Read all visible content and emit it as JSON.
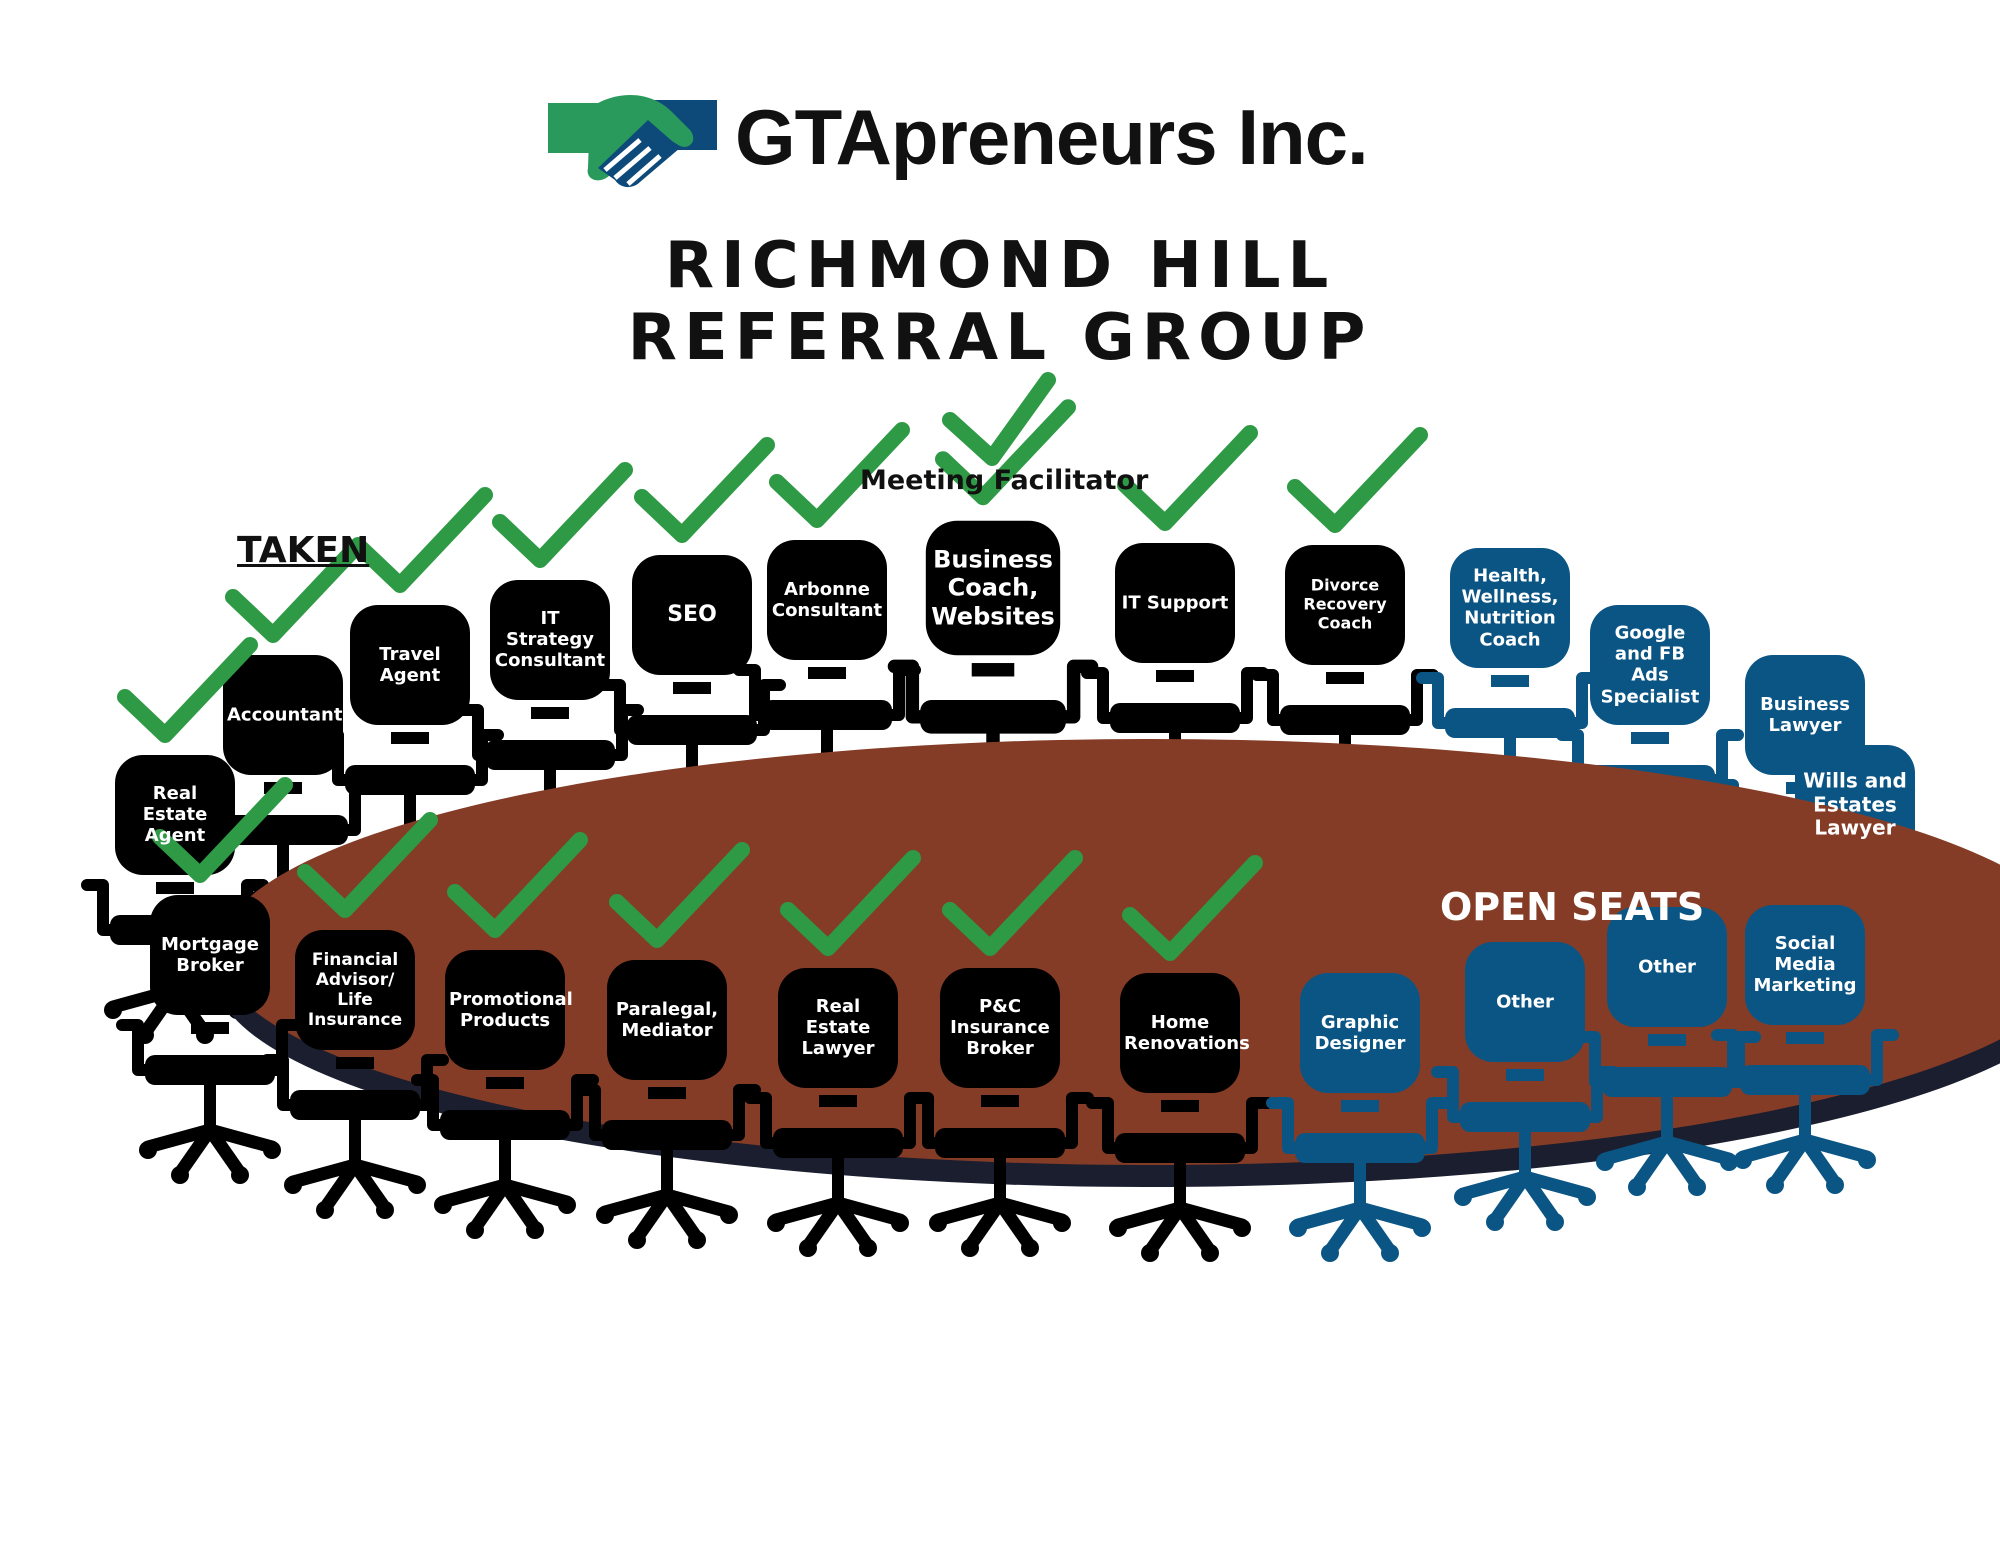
{
  "brand": {
    "name": "GTApreneurs Inc.",
    "logo_icon": "handshake-icon",
    "logo_colors": {
      "green": "#2a9a5c",
      "blue": "#0d4a7a"
    }
  },
  "title": {
    "line1": "RICHMOND HILL",
    "line2": "REFERRAL GROUP"
  },
  "labels": {
    "taken": "TAKEN",
    "facilitator": "Meeting Facilitator",
    "open": "OPEN SEATS"
  },
  "colors": {
    "taken_chair": "#000000",
    "open_chair": "#0b5585",
    "checkmark": "#2e9a45",
    "table": "#843c26",
    "table_rim": "#1a1e2e"
  },
  "seats": [
    {
      "label": "Real Estate Agent",
      "status": "taken"
    },
    {
      "label": "Accountant",
      "status": "taken"
    },
    {
      "label": "Travel Agent",
      "status": "taken"
    },
    {
      "label": "IT Strategy Consultant",
      "status": "taken"
    },
    {
      "label": "SEO",
      "status": "taken"
    },
    {
      "label": "Arbonne Consultant",
      "status": "taken"
    },
    {
      "label": "Business Coach, Websites",
      "status": "taken"
    },
    {
      "label": "IT Support",
      "status": "taken"
    },
    {
      "label": "Divorce Recovery Coach",
      "status": "taken"
    },
    {
      "label": "Health, Wellness, Nutrition Coach",
      "status": "open"
    },
    {
      "label": "Google and FB Ads Specialist",
      "status": "open"
    },
    {
      "label": "Business Lawyer",
      "status": "open"
    },
    {
      "label": "Wills and Estates Lawyer",
      "status": "open"
    },
    {
      "label": "Mortgage Broker",
      "status": "taken"
    },
    {
      "label": "Financial Advisor/ Life Insurance",
      "status": "taken"
    },
    {
      "label": "Promotional Products",
      "status": "taken"
    },
    {
      "label": "Paralegal, Mediator",
      "status": "taken"
    },
    {
      "label": "Real Estate Lawyer",
      "status": "taken"
    },
    {
      "label": "P&C Insurance Broker",
      "status": "taken"
    },
    {
      "label": "Home Renovations",
      "status": "taken"
    },
    {
      "label": "Graphic Designer",
      "status": "open"
    },
    {
      "label": "Other",
      "status": "open"
    },
    {
      "label": "Other",
      "status": "open"
    },
    {
      "label": "Social Media Marketing",
      "status": "open"
    }
  ]
}
